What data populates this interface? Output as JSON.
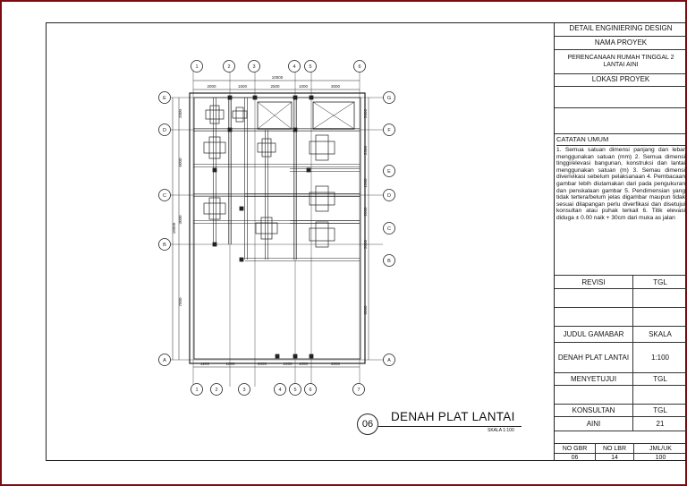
{
  "title_block": {
    "header": "DETAIL ENGINIERING DESIGN",
    "project_name_label": "NAMA PROYEK",
    "project_name": "PERENCANAAN RUMAH TINGGAL 2 LANTAI AINI",
    "location_label": "LOKASI PROYEK",
    "location": "",
    "notes_title": "CATATAN UMUM",
    "notes": "1. Semua satuan dimensi panjang dan lebar menggunakan satuan (mm) 2. Semua dimensi tinggi/elevasi bangunan, konstruksi dan lantai menggunakan satuan (m) 3. Semau dimensi diverivikasi sebelum pelaksanaan 4. Pembacaan gambar lebih diutamakan dari pada pengukuran dan penskalaan gambar 5. Pendimensian yang tidak tertera/belum jelas digambar maupun tidak sesuai dilapangan perlu diverfikasi dan disetujui konsultan atau puhak terkait 6. Titik elevasi diduga ± 0.00 naik + 30cm dari muka as jalan",
    "revisi_label": "REVISI",
    "tgl_label": "TGL",
    "judul_label": "JUDUL GAMABAR",
    "skala_label": "SKALA",
    "judul": "DENAH PLAT LANTAI",
    "skala": "1:100",
    "menyetujui_label": "MENYETUJUI",
    "tgl_label2": "TGL",
    "konsultan_label": "KONSULTAN",
    "tgl_label3": "TGL",
    "konsultan": "AINI",
    "konsultan_tgl": "21",
    "no_gbr_label": "NO GBR",
    "no_lbr_label": "NO LBR",
    "jml_label": "JML/UK",
    "no_gbr": "06",
    "no_lbr": "14",
    "jml": "100"
  },
  "drawing": {
    "number": "06",
    "name": "DENAH PLAT LANTAI",
    "scale": "SKALA 1:100",
    "top_axes": [
      "1",
      "2",
      "3",
      "4",
      "5",
      "6"
    ],
    "bottom_axes": [
      "1",
      "2",
      "3",
      "4",
      "5",
      "6",
      "7"
    ],
    "left_axes": [
      "E",
      "D",
      "C",
      "B",
      "A"
    ],
    "right_axes": [
      "G",
      "F",
      "E",
      "D",
      "C",
      "B",
      "A"
    ],
    "top_total_dim": "10000",
    "top_dims": [
      "2000",
      "1500",
      "2500",
      "1000",
      "3000"
    ],
    "bottom_dims": [
      "1200",
      "1800",
      "2000",
      "1000",
      "1000",
      "3000"
    ],
    "left_dims": [
      "2000",
      "6000",
      "3000",
      "7000"
    ],
    "left_total_dim": "18000",
    "right_dims": [
      "2000",
      "2500",
      "1500",
      "2000",
      "3000",
      "6000"
    ]
  }
}
